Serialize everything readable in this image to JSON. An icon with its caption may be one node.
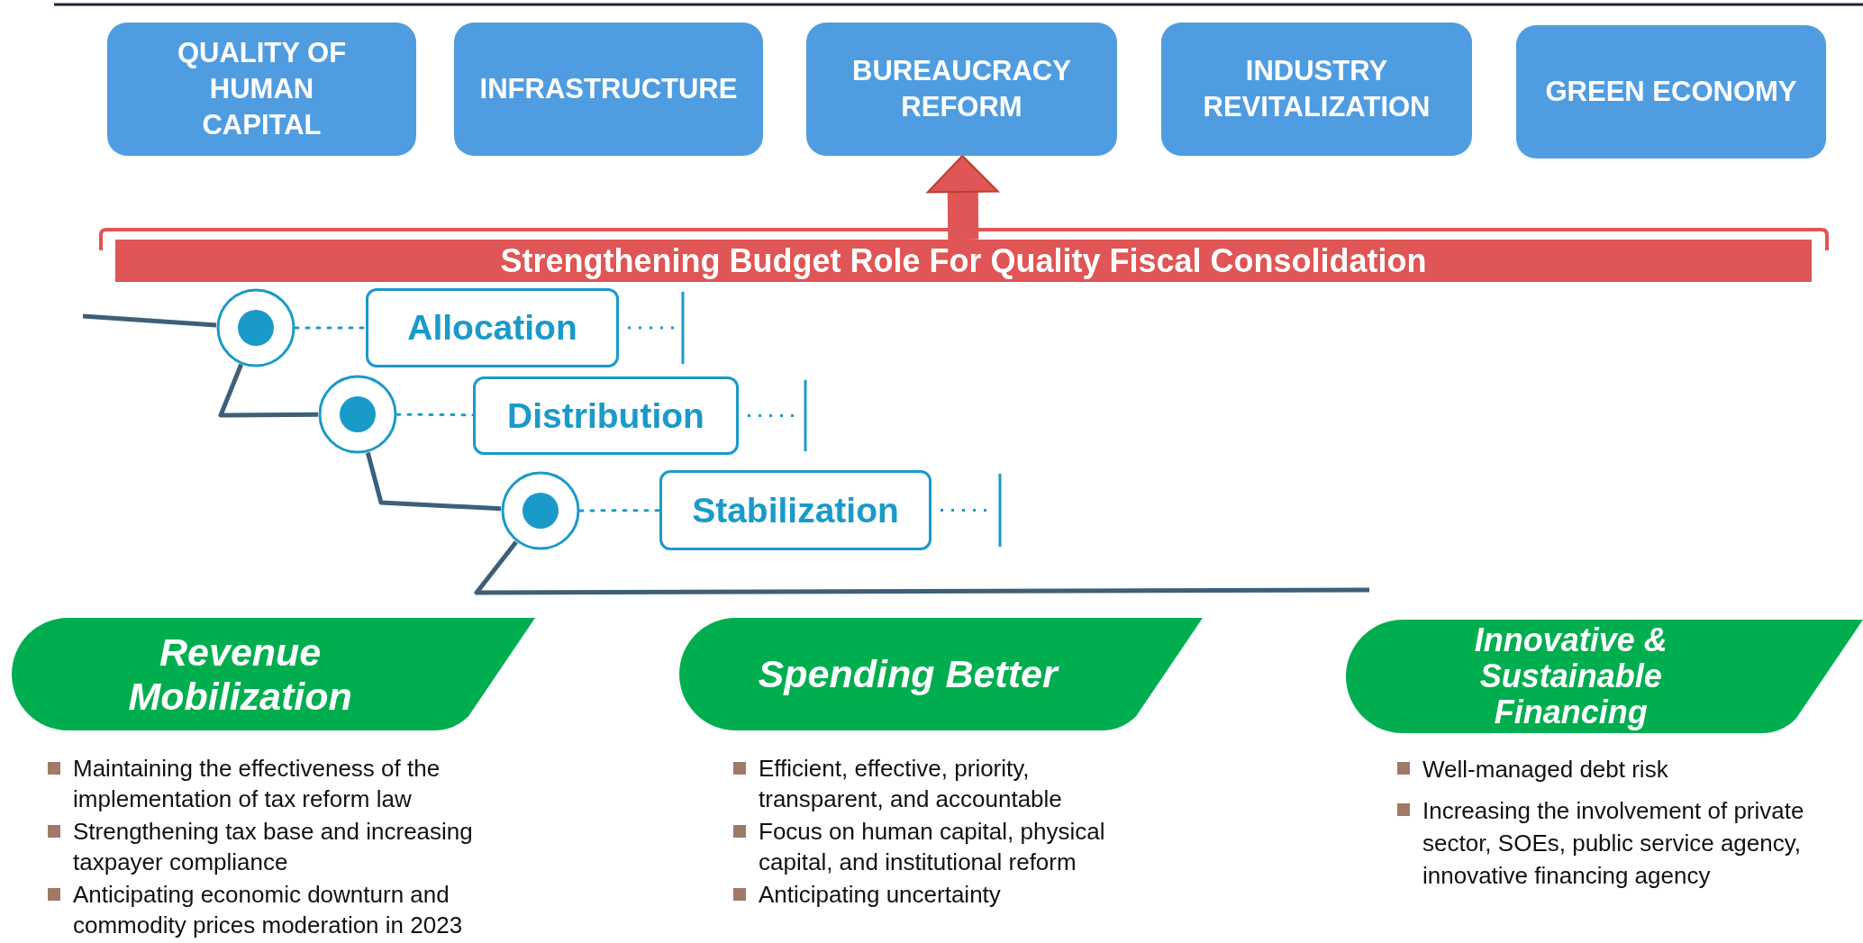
{
  "diagram": {
    "nodes": [
      {
        "text": [
          "QUALITY OF HUMAN CAPITAL"
        ]
      },
      {
        "text": [
          "INFRASTRUCTURE"
        ]
      },
      {
        "text": [
          "BUREAUCRACY REFORM"
        ]
      },
      {
        "text": [
          "INDUSTRY REVITALIZATION"
        ]
      },
      {
        "text": [
          "GREEN ECONOMY"
        ]
      },
      {
        "text": [
          "Strengthening Budget Role For Quality Fiscal Consolidation"
        ]
      },
      {
        "text": [],
        "shape": "circle"
      },
      {
        "text": [
          "Allocation"
        ]
      },
      {
        "text": [],
        "shape": "circle"
      },
      {
        "text": [
          "Distribution"
        ]
      },
      {
        "text": [],
        "shape": "circle"
      },
      {
        "text": [
          "Stabilization"
        ]
      },
      {
        "text": [
          "Revenue Mobilization"
        ],
        "beside": [
          "Maintaining the effectiveness of the implementation of tax reform law",
          "Strengthening tax base and increasing taxpayer compliance",
          "Anticipating economic downturn and commodity prices moderation in 2023"
        ]
      },
      {
        "text": [
          "Spending Better"
        ],
        "beside": [
          "Efficient, effective, priority, transparent, and accountable",
          "Focus on human capital, physical capital, and institutional reform",
          "Anticipating uncertainty"
        ]
      },
      {
        "text": [
          "Innovative & Sustainable Financing"
        ],
        "beside": [
          "Well-managed debt risk",
          "Increasing the involvement of private sector, SOEs, public service agency, innovative financing agency"
        ]
      }
    ],
    "edges": [
      {
        "from": 5,
        "to": 2,
        "arrow": "to",
        "style": "thick",
        "color": "#e05555"
      },
      {
        "from": null,
        "to": 6,
        "arrow": "none"
      },
      {
        "from": 6,
        "to": 8,
        "arrow": "none"
      },
      {
        "from": 8,
        "to": 10,
        "arrow": "none"
      },
      {
        "from": 10,
        "to": null,
        "arrow": "none"
      },
      {
        "from": 6,
        "to": 7,
        "arrow": "none",
        "style": "dashed",
        "color": "#1a9ac9"
      },
      {
        "from": 8,
        "to": 9,
        "arrow": "none",
        "style": "dashed",
        "color": "#1a9ac9"
      },
      {
        "from": 10,
        "to": 11,
        "arrow": "none",
        "style": "dashed",
        "color": "#1a9ac9"
      }
    ]
  }
}
